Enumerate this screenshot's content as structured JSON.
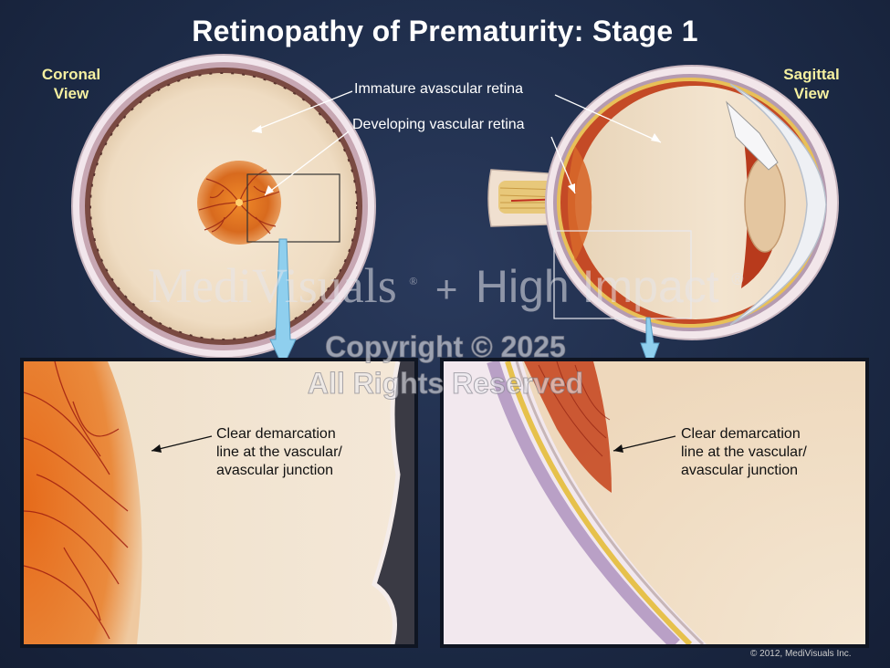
{
  "title": "Retinopathy of Prematurity: Stage 1",
  "views": {
    "coronal": [
      "Coronal",
      "View"
    ],
    "sagittal": [
      "Sagittal",
      "View"
    ]
  },
  "callouts": {
    "immature": "Immature avascular retina",
    "developing": "Developing vascular retina"
  },
  "insets": {
    "left_label": [
      "Clear demarcation",
      "line at the vascular/",
      "avascular junction"
    ],
    "right_label": [
      "Clear demarcation",
      "line at the vascular/",
      "avascular junction"
    ]
  },
  "watermark": {
    "brand_left": "MediVisuals",
    "plus": "+",
    "brand_right": "High Impact",
    "copyright": "Copyright © 2025",
    "rights": "All Rights Reserved"
  },
  "credit": "© 2012, MediVisuals Inc.",
  "colors": {
    "background": "#1c2a46",
    "view_label": "#f5f0a0",
    "retina": "#f0dcc4",
    "vascular": "#d9651e",
    "connector": "#8fcfee"
  }
}
